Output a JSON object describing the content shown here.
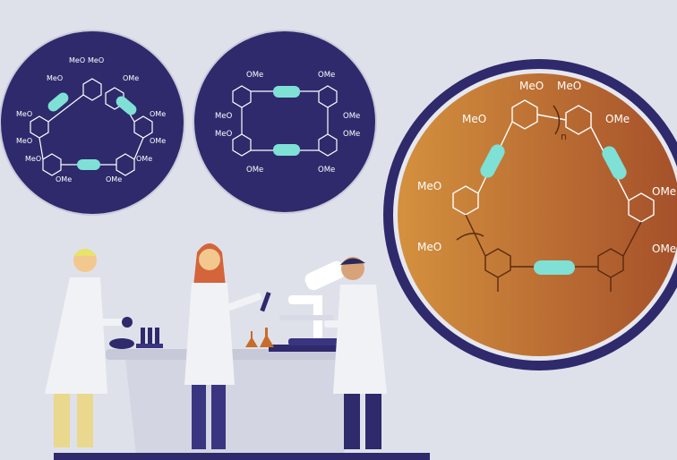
{
  "colors": {
    "background": "#dfe1ea",
    "circle_navy": "#2e2a6c",
    "circle_border": "#3a3580",
    "orange_light": "#d08b3a",
    "orange_dark": "#a8542a",
    "capsule": "#7fe0d6",
    "bond_white": "#ffffff",
    "bond_dark": "#5a2a10",
    "lab_coat": "#f1f2f6",
    "bench": "#c7c9d9"
  },
  "left_molecule": {
    "labels": [
      "MeO",
      "MeO",
      "MeO",
      "OMe",
      "MeO",
      "OMe",
      "MeO",
      "OMe",
      "MeO",
      "OMe",
      "OMe",
      "OMe"
    ]
  },
  "middle_molecule": {
    "labels": [
      "OMe",
      "OMe",
      "MeO",
      "OMe",
      "MeO",
      "OMe",
      "OMe",
      "OMe"
    ]
  },
  "right_molecule": {
    "labels": [
      "MeO",
      "MeO",
      "MeO",
      "OMe",
      "MeO",
      "MeO",
      "OMe",
      "OMe"
    ],
    "repeat_index": "n"
  },
  "icons": [
    "scientist-figure-icon",
    "microscope-icon",
    "test-tube-icon",
    "flask-icon"
  ]
}
